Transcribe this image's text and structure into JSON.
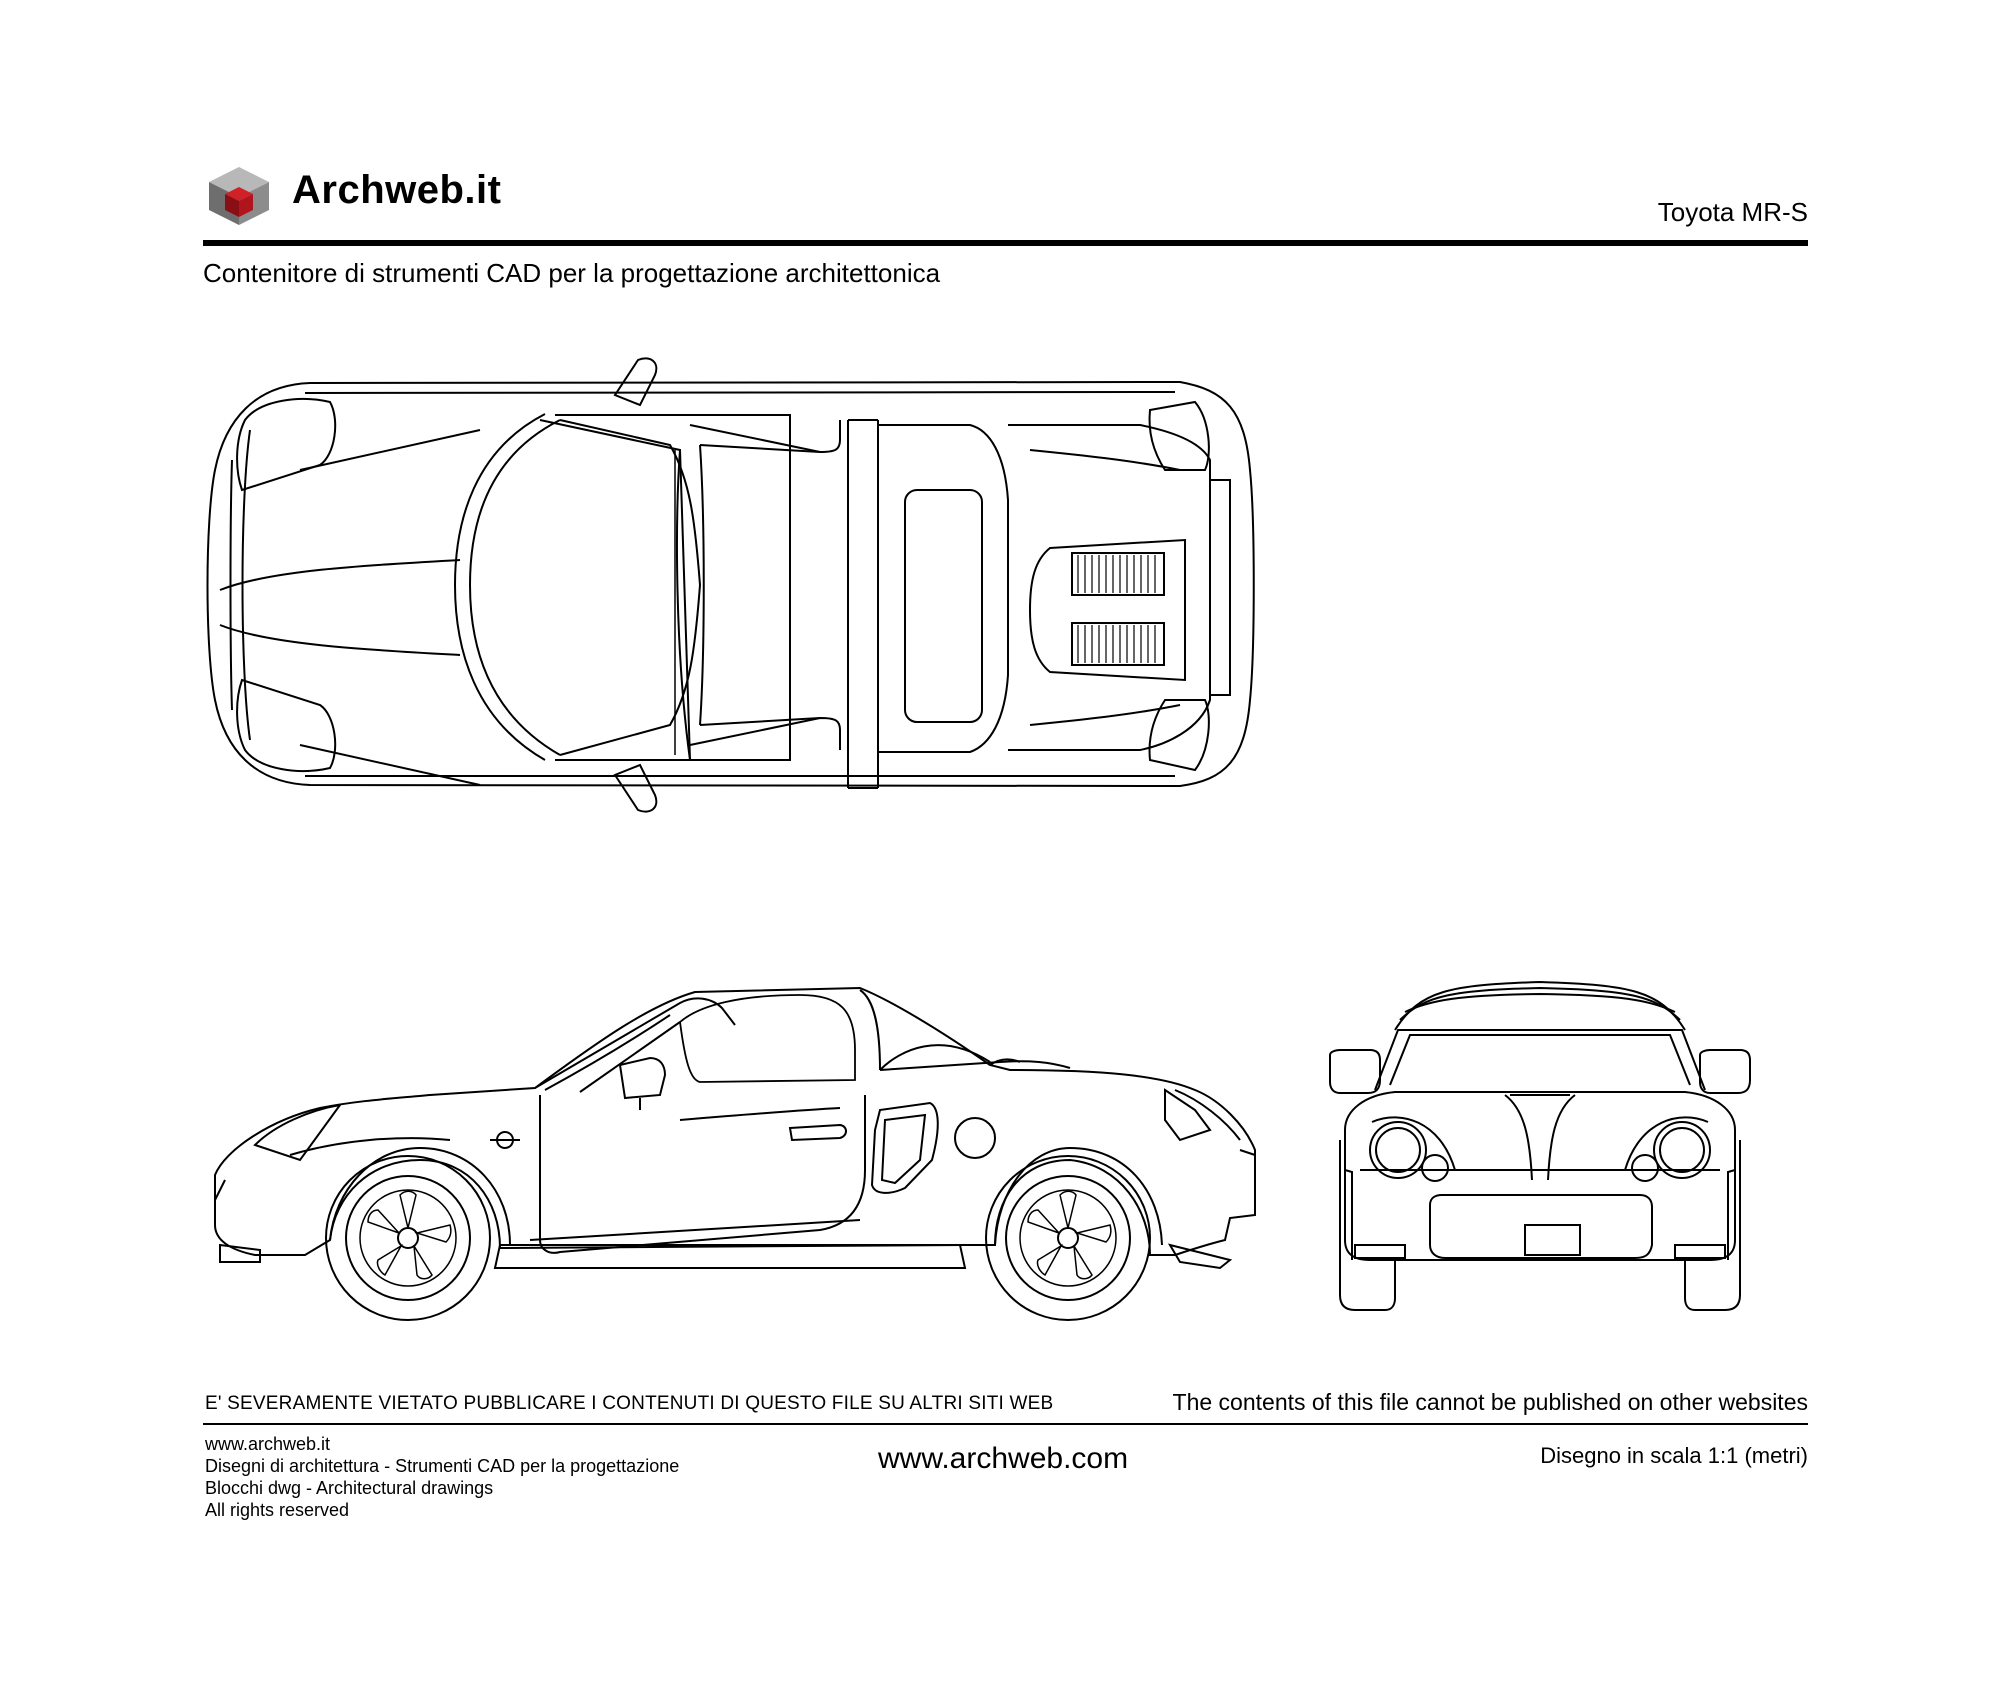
{
  "header": {
    "brand": "Archweb.it",
    "model": "Toyota MR-S",
    "subtitle": "Contenitore di strumenti CAD per la progettazione architettonica"
  },
  "drawing": {
    "views": [
      "top-view",
      "side-view",
      "front-view"
    ],
    "line_color": "#000000",
    "background": "#ffffff"
  },
  "logo": {
    "colors": {
      "dark": "#5a5a5a",
      "light": "#b0b0b0",
      "accent": "#a8141c"
    }
  },
  "footer": {
    "warning_it": "E' SEVERAMENTE VIETATO PUBBLICARE I CONTENUTI DI QUESTO FILE SU ALTRI SITI WEB",
    "warning_en": "The contents of this file cannot be published on other websites",
    "credits": [
      "www.archweb.it",
      "Disegni di architettura - Strumenti CAD  per la progettazione",
      "Blocchi dwg - Architectural drawings",
      "All rights reserved"
    ],
    "url": "www.archweb.com",
    "scale_note": "Disegno in scala 1:1 (metri)"
  }
}
